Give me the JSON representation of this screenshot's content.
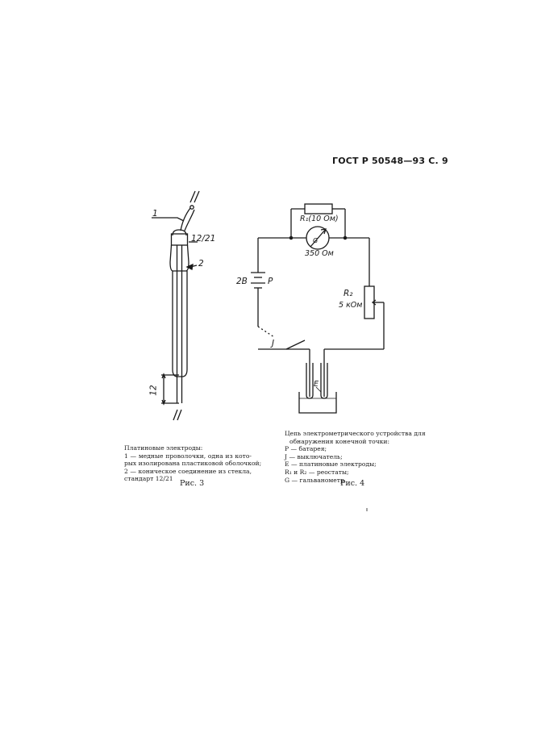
{
  "header": "ГОСТ Р 50548—93 С. 9",
  "fig3": {
    "labels": {
      "wire": "1",
      "joint": "12/21",
      "cone": "2",
      "dim": "12"
    },
    "caption": {
      "title": "Платиновые электроды:",
      "lines": [
        "1 — медные проволочки, одна из кото-",
        "рых изолирована пластиковой оболочкой;",
        "2 — коническое соединение из стекла,",
        "стандарт 12/21"
      ]
    },
    "name": "Рис. 3"
  },
  "fig4": {
    "labels": {
      "r1": "R₁(10 Ом)",
      "g": "G",
      "g_val": "350 Ом",
      "battery": "2В",
      "p": "P",
      "r2": "R₂",
      "r2_val": "5 кОм",
      "switch": "J",
      "e": "E"
    },
    "caption": {
      "title": "Цепь электрометрического устройства для",
      "title2": "обнаружения конечной точки:",
      "lines": [
        "P — батарея;",
        "J — выключатель;",
        "E — платиновые электроды;",
        "R₁ и R₂ — реостаты;",
        "G — гальванометр"
      ]
    },
    "name": "Рис. 4"
  }
}
